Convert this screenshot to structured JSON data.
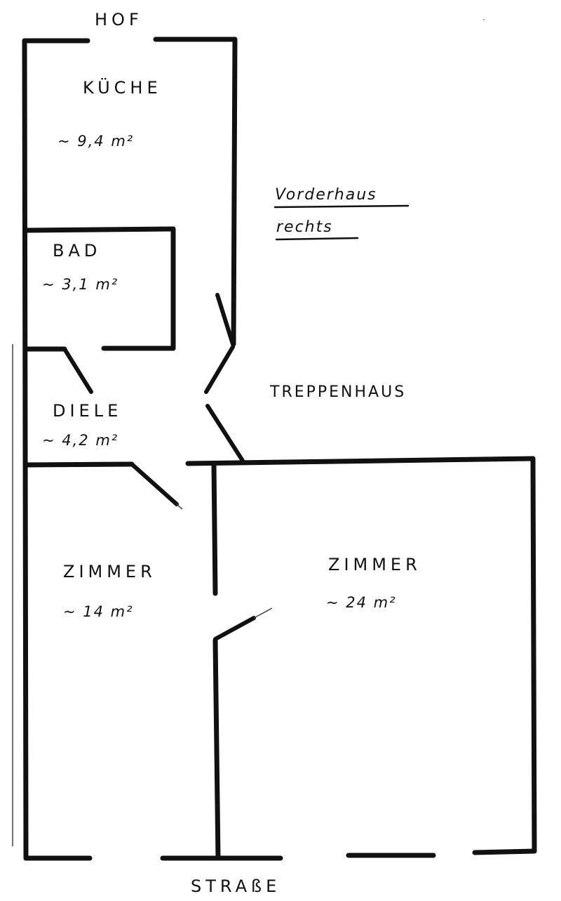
{
  "orientation": {
    "top": "HOF",
    "bottom": "STRAßE"
  },
  "note": {
    "line1": "Vorderhaus",
    "line2": "rechts"
  },
  "rooms": [
    {
      "key": "kueche",
      "name": "KÜCHE",
      "area": "~ 9,4 m²"
    },
    {
      "key": "bad",
      "name": "BAD",
      "area": "~ 3,1 m²"
    },
    {
      "key": "diele",
      "name": "DIELE",
      "area": "~ 4,2 m²"
    },
    {
      "key": "zimmer-small",
      "name": "ZIMMER",
      "area": "~ 14 m²"
    },
    {
      "key": "zimmer-large",
      "name": "ZIMMER",
      "area": "~ 24 m²"
    }
  ],
  "stairwell": "TREPPENHAUS",
  "colors": {
    "ink": "#111111",
    "paper": "#ffffff"
  }
}
